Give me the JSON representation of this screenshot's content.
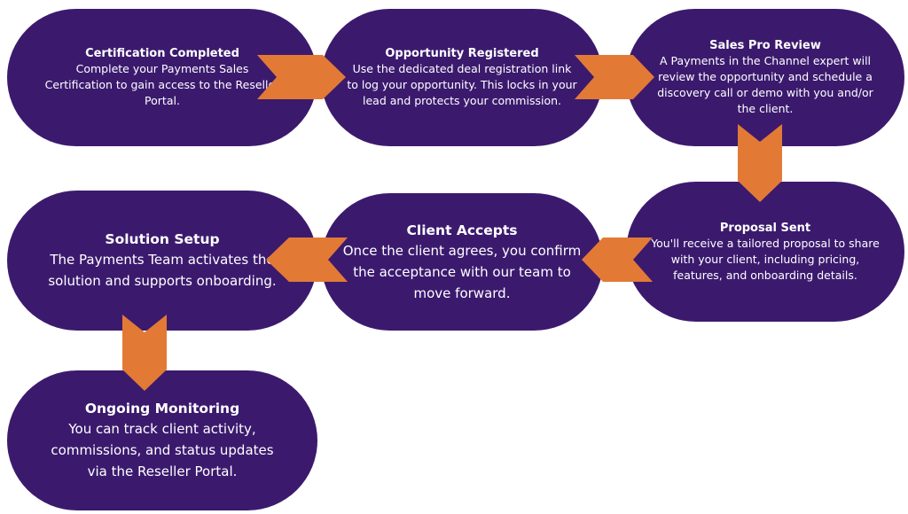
{
  "colors": {
    "pill": "#3b1a6e",
    "arrow": "#e27a36",
    "text": "#ffffff"
  },
  "steps": [
    {
      "title": "Certification Completed",
      "desc": "Complete your Payments Sales Certification to gain access to the Reseller Portal."
    },
    {
      "title": "Opportunity Registered",
      "desc": "Use the dedicated deal registration link to log your opportunity. This locks in your lead and protects your commission."
    },
    {
      "title": "Sales Pro Review",
      "desc": "A Payments in the Channel expert will review the opportunity and schedule a discovery call or demo with you and/or the client."
    },
    {
      "title": "Proposal Sent",
      "desc": "You'll receive a tailored proposal to share with your client, including pricing, features, and onboarding details."
    },
    {
      "title": "Client Accepts",
      "desc": "Once the client agrees, you confirm the acceptance with our team to move forward."
    },
    {
      "title": "Solution Setup",
      "desc": "The Payments Team activates the solution and supports onboarding."
    },
    {
      "title": "Ongoing Monitoring",
      "desc": "You can track client activity, commissions, and status updates via the Reseller Portal."
    }
  ]
}
